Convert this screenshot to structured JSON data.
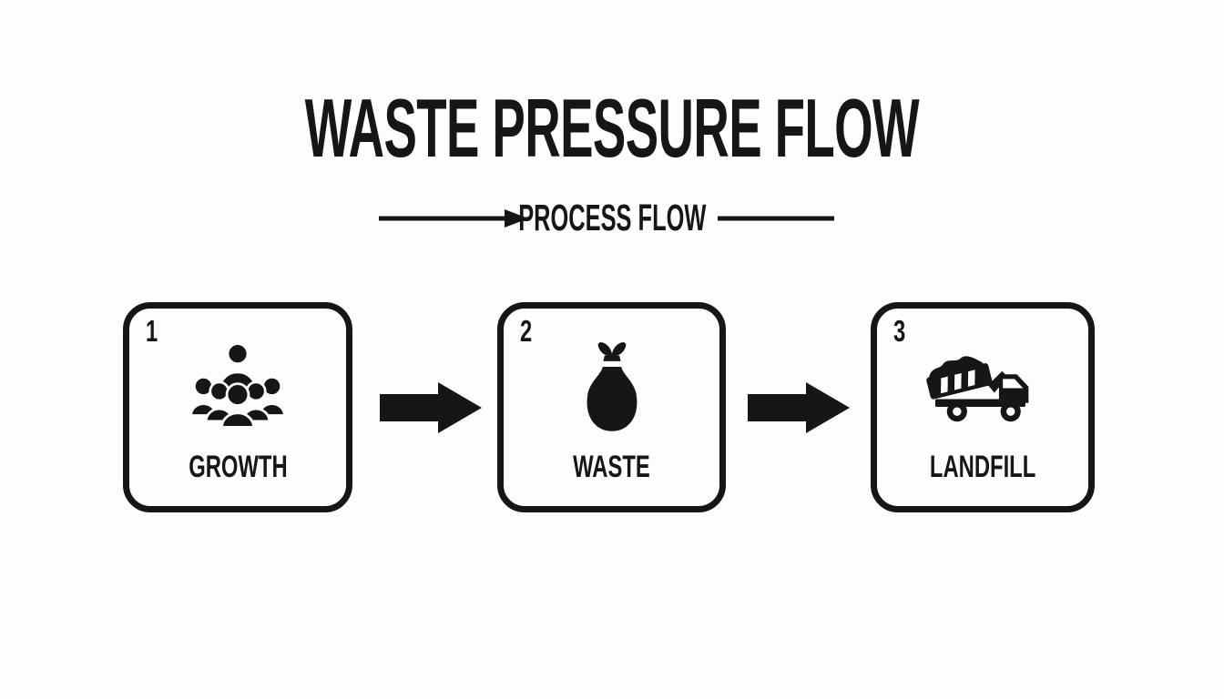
{
  "page": {
    "background_color": "#fdfdfd",
    "ink_color": "#161616"
  },
  "title": {
    "text": "WASTE PRESSURE FLOW"
  },
  "subtitle": {
    "label": "PROCESS FLOW",
    "left_decoration": "arrow-right-line",
    "right_decoration": "plain-line"
  },
  "steps": [
    {
      "number": "1",
      "label": "GROWTH",
      "icon": "crowd-icon"
    },
    {
      "number": "2",
      "label": "WASTE",
      "icon": "trash-bag-icon"
    },
    {
      "number": "3",
      "label": "LANDFILL",
      "icon": "dump-truck-icon"
    }
  ],
  "connectors": [
    {
      "type": "arrow-right"
    },
    {
      "type": "arrow-right"
    }
  ]
}
